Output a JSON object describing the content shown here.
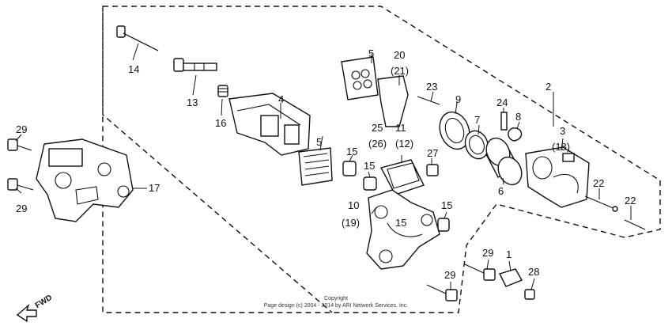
{
  "callouts": {
    "c14": "14",
    "c13": "13",
    "c16": "16",
    "c4": "4",
    "c5a": "5",
    "c5b": "5",
    "c20": "20",
    "c21": "(21)",
    "c23": "23",
    "c9": "9",
    "c2": "2",
    "c24": "24",
    "c8": "8",
    "c7": "7",
    "c3": "3",
    "c18": "(18)",
    "c25": "25",
    "c11": "11",
    "c26": "(26)",
    "c12": "(12)",
    "c15a": "15",
    "c15b": "15",
    "c15c": "15",
    "c15d": "15",
    "c27": "27",
    "c6": "6",
    "c22a": "22",
    "c22b": "22",
    "c10": "10",
    "c19": "(19)",
    "c29a": "29",
    "c29b": "29",
    "c29c": "29",
    "c29d": "29",
    "c17": "17",
    "c1": "1",
    "c28": "28"
  },
  "copyright": {
    "line1": "Copyright",
    "line2": "Page design (c) 2004 - 2014 by ARI Network Services, Inc."
  },
  "fwd": "FWD"
}
